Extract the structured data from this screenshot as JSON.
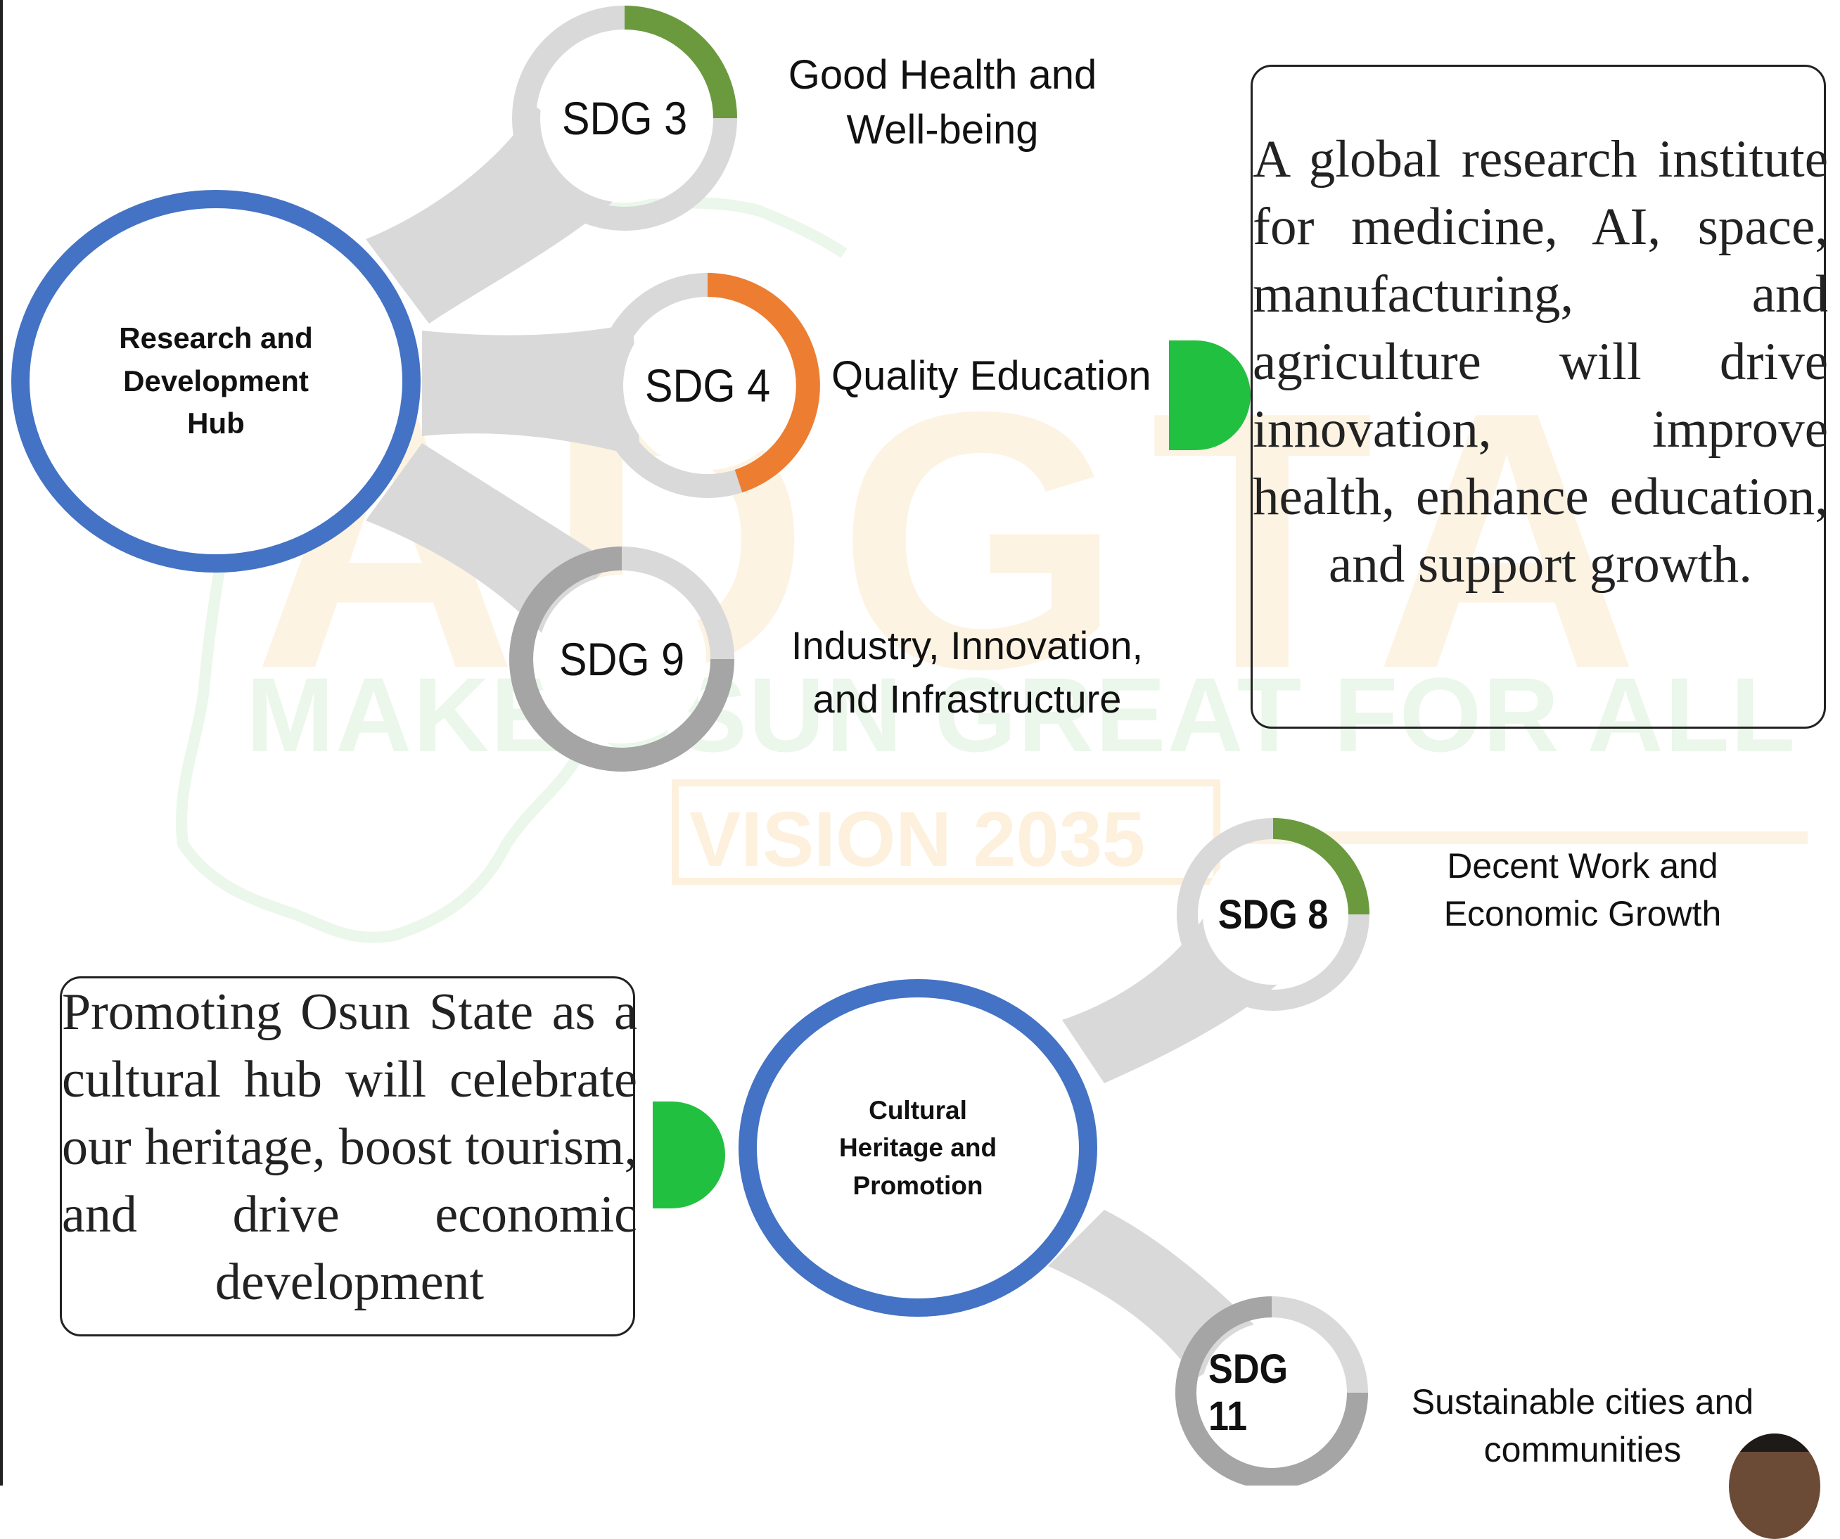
{
  "hubs": [
    {
      "title": "Research and Development Hub",
      "description": "A global research institute for medicine, AI, space, manufacturing, and agriculture will drive innovation, improve health, enhance education, and support growth.",
      "sdgs": [
        {
          "code": "SDG 3",
          "label": "Good Health and Well-being",
          "accent": "#6a9a3d"
        },
        {
          "code": "SDG 4",
          "label": "Quality Education",
          "accent": "#ed7d31"
        },
        {
          "code": "SDG 9",
          "label": "Industry, Innovation, and Infrastructure",
          "accent": "#a5a5a5"
        }
      ]
    },
    {
      "title": "Cultural Heritage and Promotion",
      "description": "Promoting Osun State as a cultural hub will celebrate our heritage, boost tourism, and drive economic development",
      "sdgs": [
        {
          "code": "SDG 8",
          "label": "Decent Work and Economic Growth",
          "accent": "#6a9a3d"
        },
        {
          "code": "SDG 11",
          "label": "Sustainable cities and communities",
          "accent": "#a5a5a5"
        }
      ]
    }
  ],
  "watermark": {
    "letters": "ADGTA",
    "slogan": "MAKE OSUN GREAT FOR ALL",
    "vision": "VISION 2035"
  },
  "colors": {
    "hub_ring": "#4472c4",
    "ring_base": "#d9d9d9",
    "connector": "#d9d9d9",
    "marker": "#22c040"
  }
}
